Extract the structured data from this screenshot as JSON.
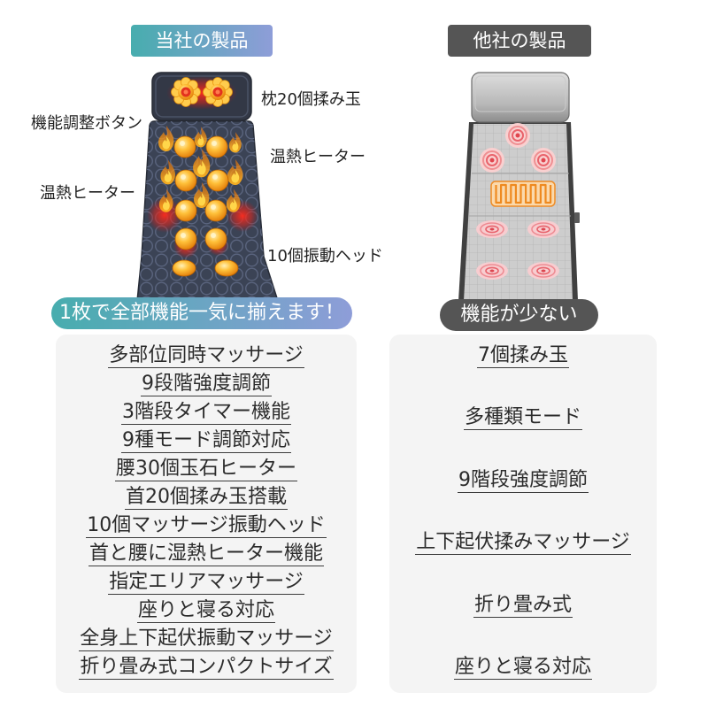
{
  "comparison": {
    "ours": {
      "header": "当社の製品",
      "callouts": {
        "pillow_balls": "枕20個揉み玉",
        "control_button": "機能調整ボタン",
        "heater_right": "温熱ヒーター",
        "heater_left": "温熱ヒーター",
        "vibration_heads": "10個振動ヘッド"
      },
      "banner": "1枚で全部機能一気に揃えます！",
      "features": [
        "多部位同時マッサージ",
        "9段階強度調節",
        "3階段タイマー機能",
        "9種モード調節対応",
        "腰30個玉石ヒーター",
        "首20個揉み玉搭載",
        "10個マッサージ振動ヘッド",
        "首と腰に湿熱ヒーター機能",
        "指定エリアマッサージ",
        "座りと寝る対応",
        "全身上下起伏振動マッサージ",
        "折り畳み式コンパクトサイズ"
      ]
    },
    "theirs": {
      "header": "他社の製品",
      "banner": "機能が少ない",
      "features": [
        "7個揉み玉",
        "多種類モード",
        "9階段強度調節",
        "上下起伏揉みマッサージ",
        "折り畳み式",
        "座りと寝る対応"
      ]
    }
  },
  "colors": {
    "ours_gradient_start": "#47adae",
    "ours_gradient_end": "#8e9dd8",
    "theirs_accent": "#555555",
    "panel_background": "#f4f4f4",
    "text": "#2b2b2b"
  }
}
